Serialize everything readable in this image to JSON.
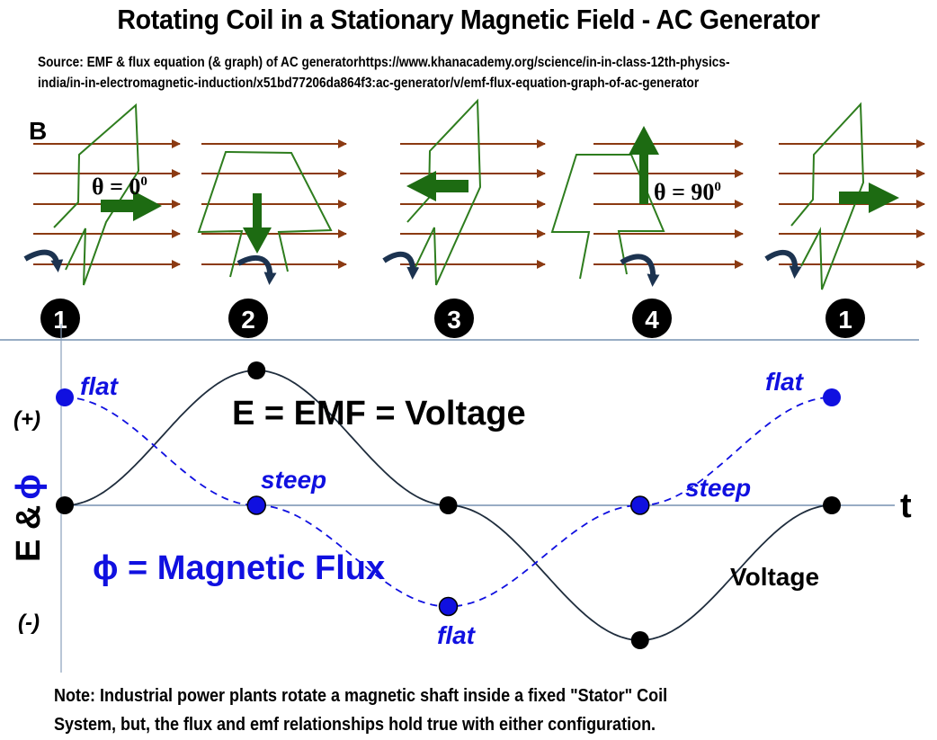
{
  "title": "Rotating Coil in a Stationary Magnetic Field - AC Generator",
  "source": {
    "line1": "Source: EMF & flux equation (& graph) of AC generatorhttps://www.khanacademy.org/science/in-in-class-12th-physics-",
    "line2": "india/in-in-electromagnetic-induction/x51bd77206da864f3:ac-generator/v/emf-flux-equation-graph-of-ac-generator"
  },
  "field_label": "B",
  "positions": [
    {
      "step": "1",
      "angle_label": "θ = 0",
      "angle_sup": "0",
      "normal": "right"
    },
    {
      "step": "2",
      "angle_label": "",
      "angle_sup": "",
      "normal": "down"
    },
    {
      "step": "3",
      "angle_label": "",
      "angle_sup": "",
      "normal": "left"
    },
    {
      "step": "4",
      "angle_label": "θ = 90",
      "angle_sup": "0",
      "normal": "up"
    },
    {
      "step": "1",
      "angle_label": "",
      "angle_sup": "",
      "normal": "right"
    }
  ],
  "graph": {
    "y_axis_label_e": "E &",
    "y_axis_label_phi": "ϕ",
    "plus_label": "(+)",
    "minus_label": "(-)",
    "t_label": "t",
    "emf_title": "E = EMF =  Voltage",
    "flux_title": "ϕ = Magnetic Flux",
    "voltage_label": "Voltage",
    "flux_annotations": [
      "flat",
      "steep",
      "flat",
      "steep",
      "flat"
    ]
  },
  "chart_data": {
    "type": "line",
    "x": [
      0,
      90,
      180,
      270,
      360
    ],
    "xlabel": "t",
    "ylabel": "E & ϕ",
    "ylim": [
      -1,
      1
    ],
    "series": [
      {
        "name": "E = EMF = Voltage",
        "style": "solid",
        "color": "#1f2d3d",
        "values": [
          0,
          1,
          0,
          -1,
          0
        ]
      },
      {
        "name": "ϕ = Magnetic Flux",
        "style": "dashed",
        "color": "#1a1aff",
        "values": [
          0.8,
          0,
          -0.75,
          0,
          0.8
        ]
      }
    ]
  },
  "note": {
    "line1": "Note: Industrial power plants rotate a magnetic shaft inside a fixed \"Stator\" Coil",
    "line2": "System, but, the flux and emf relationships hold true with either configuration."
  },
  "colors": {
    "field_line": "#8b3a12",
    "coil": "#2e7d1e",
    "normal_arrow": "#1d6b12",
    "rotation_arrow": "#1c3350",
    "flux": "#1010e0",
    "emf": "#1f2d3d",
    "axis": "#5a7aa0"
  }
}
